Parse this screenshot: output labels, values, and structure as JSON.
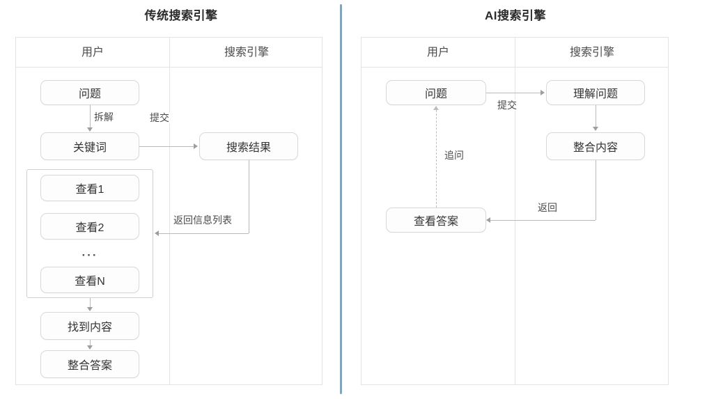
{
  "diagram": {
    "title_left": "传统搜索引擎",
    "title_right": "AI搜索引擎",
    "divider_color": "#7ba7c4",
    "box_border_color": "#d8d8d8",
    "line_color": "#b9b9b9"
  },
  "left_panel": {
    "title": "传统搜索引擎",
    "lanes": [
      {
        "name": "user",
        "header": "用户"
      },
      {
        "name": "search-engine",
        "header": "搜索引擎"
      }
    ],
    "nodes": [
      {
        "id": "question",
        "label": "问题",
        "lane": "user"
      },
      {
        "id": "keyword",
        "label": "关键词",
        "lane": "user"
      },
      {
        "id": "view1",
        "label": "查看1",
        "lane": "user"
      },
      {
        "id": "view2",
        "label": "查看2",
        "lane": "user"
      },
      {
        "id": "view-ellipsis",
        "label": "···",
        "lane": "user"
      },
      {
        "id": "viewN",
        "label": "查看N",
        "lane": "user"
      },
      {
        "id": "found",
        "label": "找到内容",
        "lane": "user"
      },
      {
        "id": "compose",
        "label": "整合答案",
        "lane": "user"
      },
      {
        "id": "results",
        "label": "搜索结果",
        "lane": "search-engine"
      }
    ],
    "edges": [
      {
        "from": "question",
        "to": "keyword",
        "label": "拆解",
        "style": "solid"
      },
      {
        "from": "keyword",
        "to": "results",
        "label": "提交",
        "style": "solid"
      },
      {
        "from": "results",
        "to": "view-group",
        "label": "返回信息列表",
        "style": "solid"
      },
      {
        "from": "view-group",
        "to": "found",
        "label": "",
        "style": "solid"
      },
      {
        "from": "found",
        "to": "compose",
        "label": "",
        "style": "solid"
      }
    ]
  },
  "right_panel": {
    "title": "AI搜索引擎",
    "lanes": [
      {
        "name": "user",
        "header": "用户"
      },
      {
        "name": "search-engine",
        "header": "搜索引擎"
      }
    ],
    "nodes": [
      {
        "id": "question",
        "label": "问题",
        "lane": "user"
      },
      {
        "id": "view-answer",
        "label": "查看答案",
        "lane": "user"
      },
      {
        "id": "understand",
        "label": "理解问题",
        "lane": "search-engine"
      },
      {
        "id": "integrate",
        "label": "整合内容",
        "lane": "search-engine"
      }
    ],
    "edges": [
      {
        "from": "question",
        "to": "understand",
        "label": "提交",
        "style": "solid"
      },
      {
        "from": "understand",
        "to": "integrate",
        "label": "",
        "style": "solid"
      },
      {
        "from": "integrate",
        "to": "view-answer",
        "label": "返回",
        "style": "solid"
      },
      {
        "from": "view-answer",
        "to": "question",
        "label": "追问",
        "style": "dashed"
      }
    ]
  }
}
